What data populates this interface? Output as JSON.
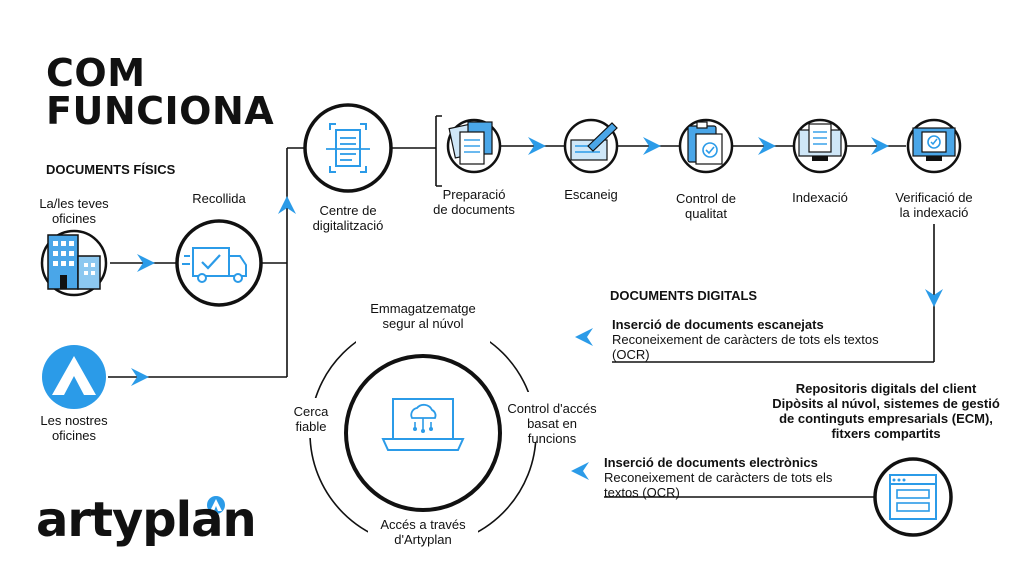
{
  "title": "COM\nFUNCIONA",
  "sections": {
    "physical": "DOCUMENTS FÍSICS",
    "digital": "DOCUMENTS DIGITALS"
  },
  "nodes": {
    "offices_yours": "La/les teves\noficines",
    "pickup": "Recollida",
    "offices_ours": "Les nostres\noficines",
    "center": "Centre de\ndigitalització",
    "prep": "Preparació\nde documents",
    "scan": "Escaneig",
    "quality": "Control de\nqualitat",
    "indexing": "Indexació",
    "verify": "Verificació de\nla indexació"
  },
  "digital": {
    "scanned_title": "Inserció de documents escanejats",
    "scanned_desc": "Reconeixement de caràcters de tots els textos\n(OCR)",
    "repo": "Repositoris digitals del client\nDipòsits al núvol, sistemes de gestió\nde continguts empresarials (ECM),\nfitxers compartits",
    "electronic_title": "Inserció de documents electrònics",
    "electronic_desc": "Reconeixement de caràcters de tots els\ntextos (OCR)"
  },
  "cloud": {
    "storage": "Emmagatzematge\nsegur al núvol",
    "access_control": "Control d'accés\nbasat en\nfuncions",
    "access": "Accés a través\nd'Artyplan",
    "search": "Cerca\nfiable"
  },
  "logo": "artyplan",
  "colors": {
    "accent": "#2b9be8",
    "line": "#111111"
  }
}
